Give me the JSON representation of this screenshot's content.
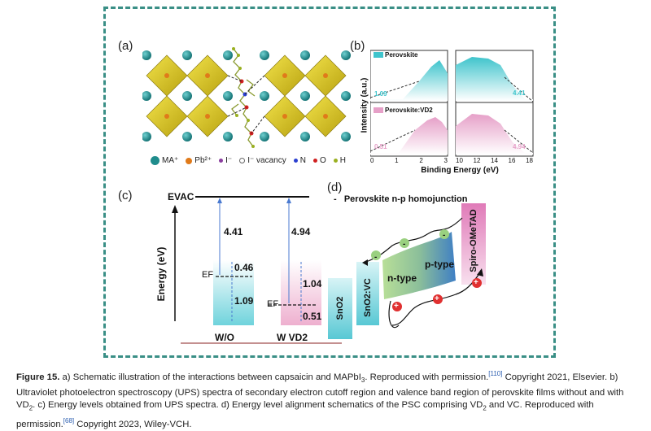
{
  "figure": {
    "panel_a": {
      "label": "(a)",
      "legend": [
        {
          "symbol": "MA⁺",
          "color": "#1f8c8c"
        },
        {
          "symbol": "Pb²⁺",
          "color": "#e07a1a"
        },
        {
          "symbol": "I⁻",
          "color": "#8a3d9e"
        },
        {
          "symbol": "I⁻ vacancy",
          "color": "#ffffff"
        },
        {
          "symbol": "N",
          "color": "#2a3fd0"
        },
        {
          "symbol": "O",
          "color": "#d02020"
        },
        {
          "symbol": "H",
          "color": "#9ab020"
        }
      ]
    },
    "panel_b": {
      "label": "(b)",
      "ylabel": "Intensity (a.u.)",
      "xlabel": "Binding Energy (eV)",
      "top_legend": "Perovskite",
      "bottom_legend": "Perovskite:VD2",
      "left_ticks": [
        "0",
        "1",
        "2",
        "3"
      ],
      "right_ticks": [
        "10",
        "12",
        "14",
        "16",
        "18"
      ],
      "annotations": {
        "top_left": "1.09",
        "top_right": "4.41",
        "bottom_left": "0.51",
        "bottom_right": "4.94"
      },
      "colors": {
        "top": "#3fc4cc",
        "bottom": "#e6a0c8"
      }
    },
    "panel_c": {
      "label": "(c)",
      "evac": "EVAC",
      "ylabel": "Energy (eV)",
      "ef": "EF",
      "left": {
        "name": "W/O",
        "wf": "4.41",
        "gap_top": "0.46",
        "gap_bottom": "1.09"
      },
      "right": {
        "name": "W VD2",
        "wf": "4.94",
        "gap_top": "1.04",
        "gap_bottom": "0.51"
      }
    },
    "panel_d": {
      "label": "(d)",
      "title": "Perovskite n-p homojunction",
      "sno2": "SnO2",
      "sno2vc": "SnO2:VC",
      "spiro": "Spiro-OMeTAD",
      "ntype": "n-type",
      "ptype": "p-type",
      "minus": "-",
      "plus": "+"
    }
  },
  "caption": {
    "lead": "Figure 15.",
    "text1": " a) Schematic illustration of the interactions between capsaicin and MAPbI",
    "sub3": "3",
    "text2": ". Reproduced with permission.",
    "ref1": "[110]",
    "text3": " Copyright 2021, Elsevier. b) Ultraviolet photoelectron spectroscopy (UPS) spectra of secondary electron cutoff region and valence band region of perovskite films without and with VD",
    "sub2a": "2",
    "text4": ". c) Energy levels obtained from UPS spectra. d) Energy level alignment schematics of the PSC comprising VD",
    "sub2b": "2",
    "text5": " and VC. Reproduced with permission.",
    "ref2": "[68]",
    "text6": " Copyright 2023, Wiley-VCH."
  }
}
